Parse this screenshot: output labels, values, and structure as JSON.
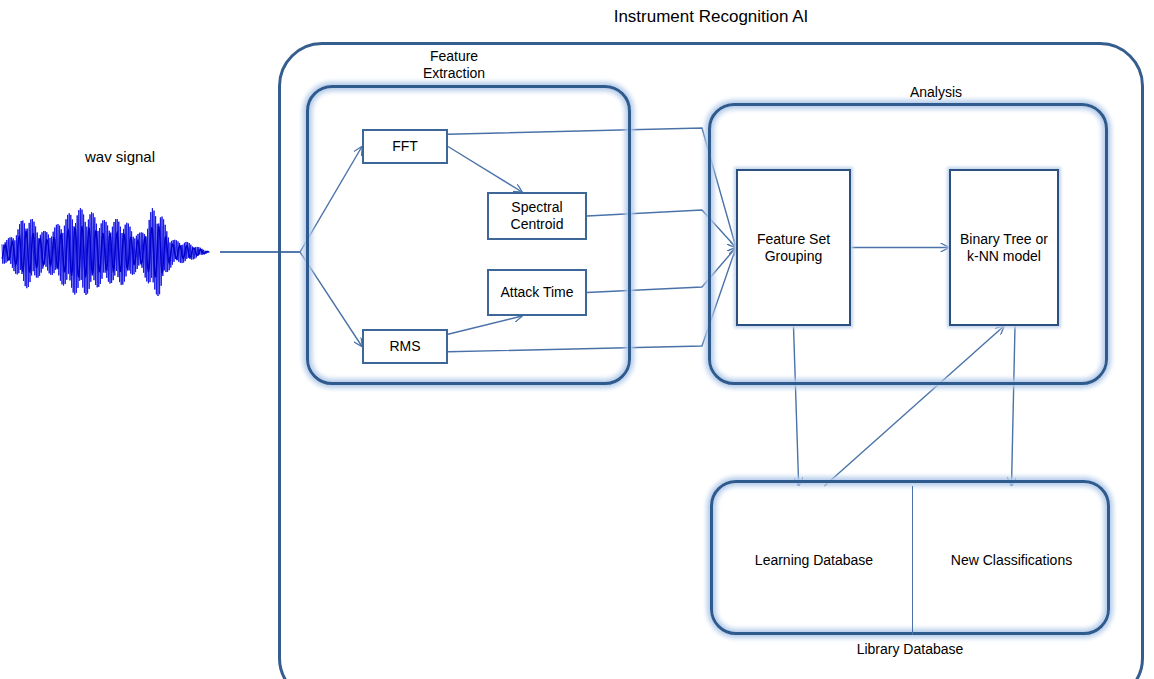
{
  "diagram": {
    "nodes": [
      {
        "text": [
          "wav signal"
        ]
      },
      {
        "text": [
          "Instrument Recognition AI"
        ]
      },
      {
        "text": [
          "Feature Extraction"
        ],
        "in": 1
      },
      {
        "text": [
          "FFT"
        ],
        "in": 2
      },
      {
        "text": [
          "Spectral Centroid"
        ],
        "in": 2
      },
      {
        "text": [
          "Attack Time"
        ],
        "in": 2
      },
      {
        "text": [
          "RMS"
        ],
        "in": 2
      },
      {
        "text": [
          "Analysis"
        ],
        "in": 1
      },
      {
        "text": [
          "Feature Set Grouping"
        ],
        "in": 7
      },
      {
        "text": [
          "Binary Tree or k-NN model"
        ],
        "in": 7
      },
      {
        "text": [
          "Library Database"
        ],
        "in": 1
      },
      {
        "text": [
          "Learning Database"
        ],
        "in": 10
      },
      {
        "text": [
          "New Classifications"
        ],
        "in": 10
      }
    ],
    "edges": [
      {
        "from": 0,
        "to": 3,
        "arrow": "to"
      },
      {
        "from": 0,
        "to": 6,
        "arrow": "to"
      },
      {
        "from": 3,
        "to": 4,
        "arrow": "to"
      },
      {
        "from": 6,
        "to": 5,
        "arrow": "to"
      },
      {
        "from": 3,
        "to": 8,
        "arrow": "to"
      },
      {
        "from": 4,
        "to": 8,
        "arrow": "to"
      },
      {
        "from": 5,
        "to": 8,
        "arrow": "to"
      },
      {
        "from": 6,
        "to": 8,
        "arrow": "to"
      },
      {
        "from": 8,
        "to": 9,
        "arrow": "to"
      },
      {
        "from": 8,
        "to": 11,
        "arrow": "to"
      },
      {
        "from": 11,
        "to": 9,
        "arrow": "to"
      },
      {
        "from": 9,
        "to": 12,
        "arrow": "to"
      }
    ]
  }
}
